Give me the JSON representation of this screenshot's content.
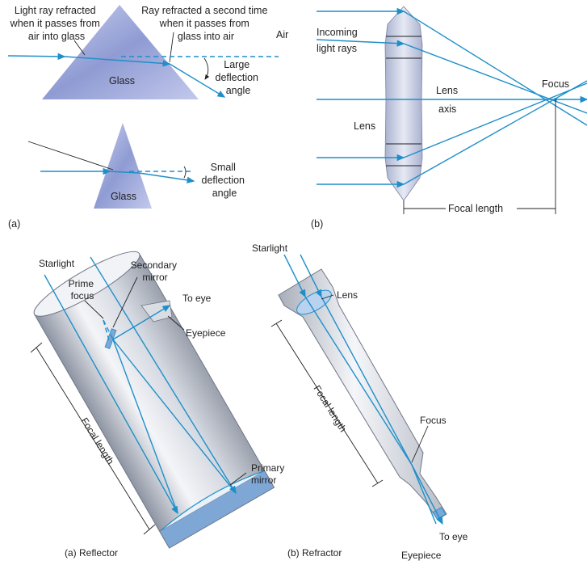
{
  "panel_a": {
    "label_first_refraction": [
      "Light ray refracted",
      "when it passes from",
      "air into glass"
    ],
    "label_second_refraction": [
      "Ray refracted a second time",
      "when it passes from",
      "glass into air"
    ],
    "label_air": "Air",
    "label_glass_top": "Glass",
    "label_large_deflection": [
      "Large",
      "deflection",
      "angle"
    ],
    "label_glass_bottom": "Glass",
    "label_small_deflection": [
      "Small",
      "deflection",
      "angle"
    ],
    "panel_tag": "(a)"
  },
  "panel_b": {
    "label_incoming": [
      "Incoming",
      "light rays"
    ],
    "label_lens_axis": [
      "Lens",
      "axis"
    ],
    "label_focus": "Focus",
    "label_lens": "Lens",
    "label_focal_length": "Focal length",
    "panel_tag": "(b)"
  },
  "reflector": {
    "label_starlight": "Starlight",
    "label_secondary_mirror": [
      "Secondary",
      "mirror"
    ],
    "label_prime_focus": [
      "Prime",
      "focus"
    ],
    "label_to_eye": "To eye",
    "label_eyepiece": "Eyepiece",
    "label_focal_length": "Focal length",
    "label_primary_mirror": [
      "Primary",
      "mirror"
    ],
    "caption": "(a) Reflector"
  },
  "refractor": {
    "label_starlight": "Starlight",
    "label_lens": "Lens",
    "label_focal_length": "Focal length",
    "label_focus": "Focus",
    "label_to_eye": "To eye",
    "label_eyepiece": "Eyepiece",
    "caption": "(b) Refractor"
  },
  "colors": {
    "ray": "#1f8fc9",
    "glass": "#a9b4e0",
    "tube": "#c9ced8"
  }
}
